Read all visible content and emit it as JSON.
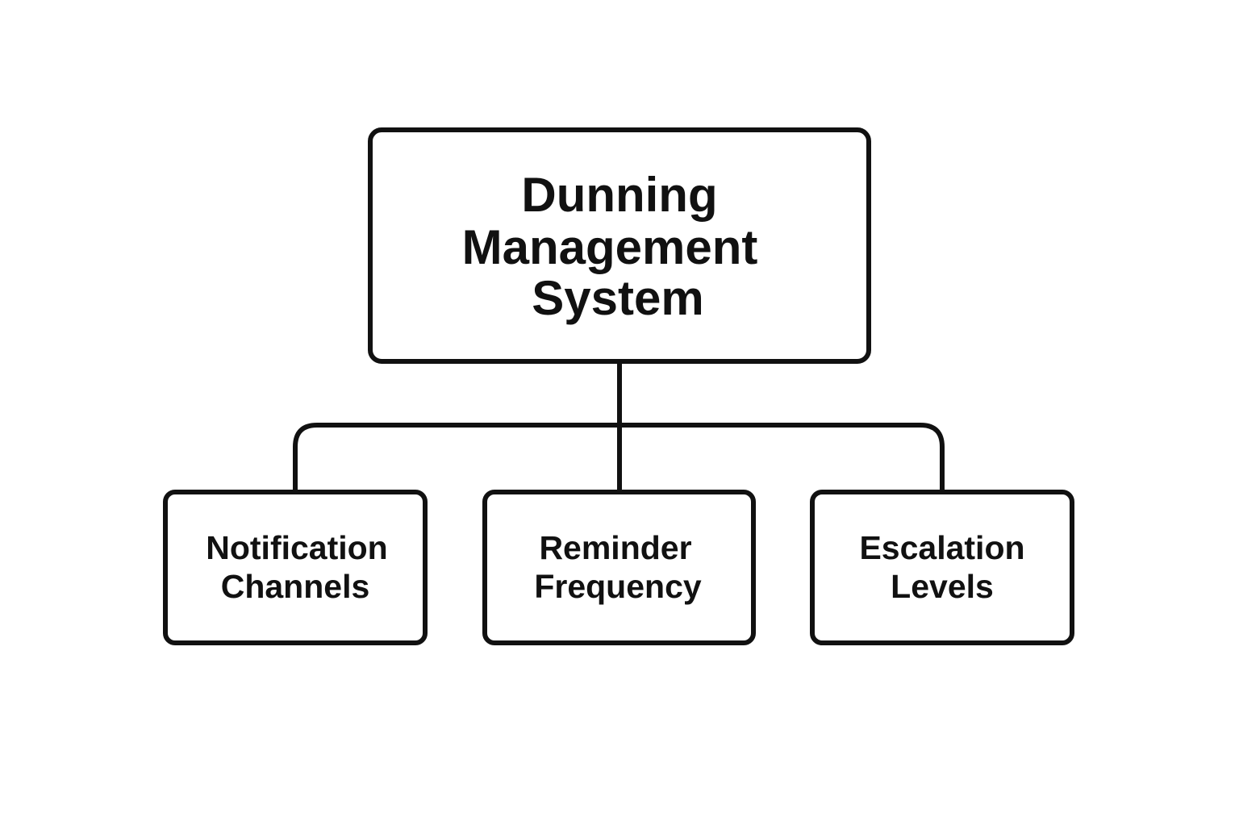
{
  "diagram": {
    "root": {
      "lines": [
        "Dunning",
        "Management",
        "System"
      ]
    },
    "children": [
      {
        "lines": [
          "Notification",
          "Channels"
        ]
      },
      {
        "lines": [
          "Reminder",
          "Frequency"
        ]
      },
      {
        "lines": [
          "Escalation",
          "Levels"
        ]
      }
    ]
  },
  "colors": {
    "stroke": "#111111",
    "text": "#111111",
    "background": "#ffffff"
  }
}
